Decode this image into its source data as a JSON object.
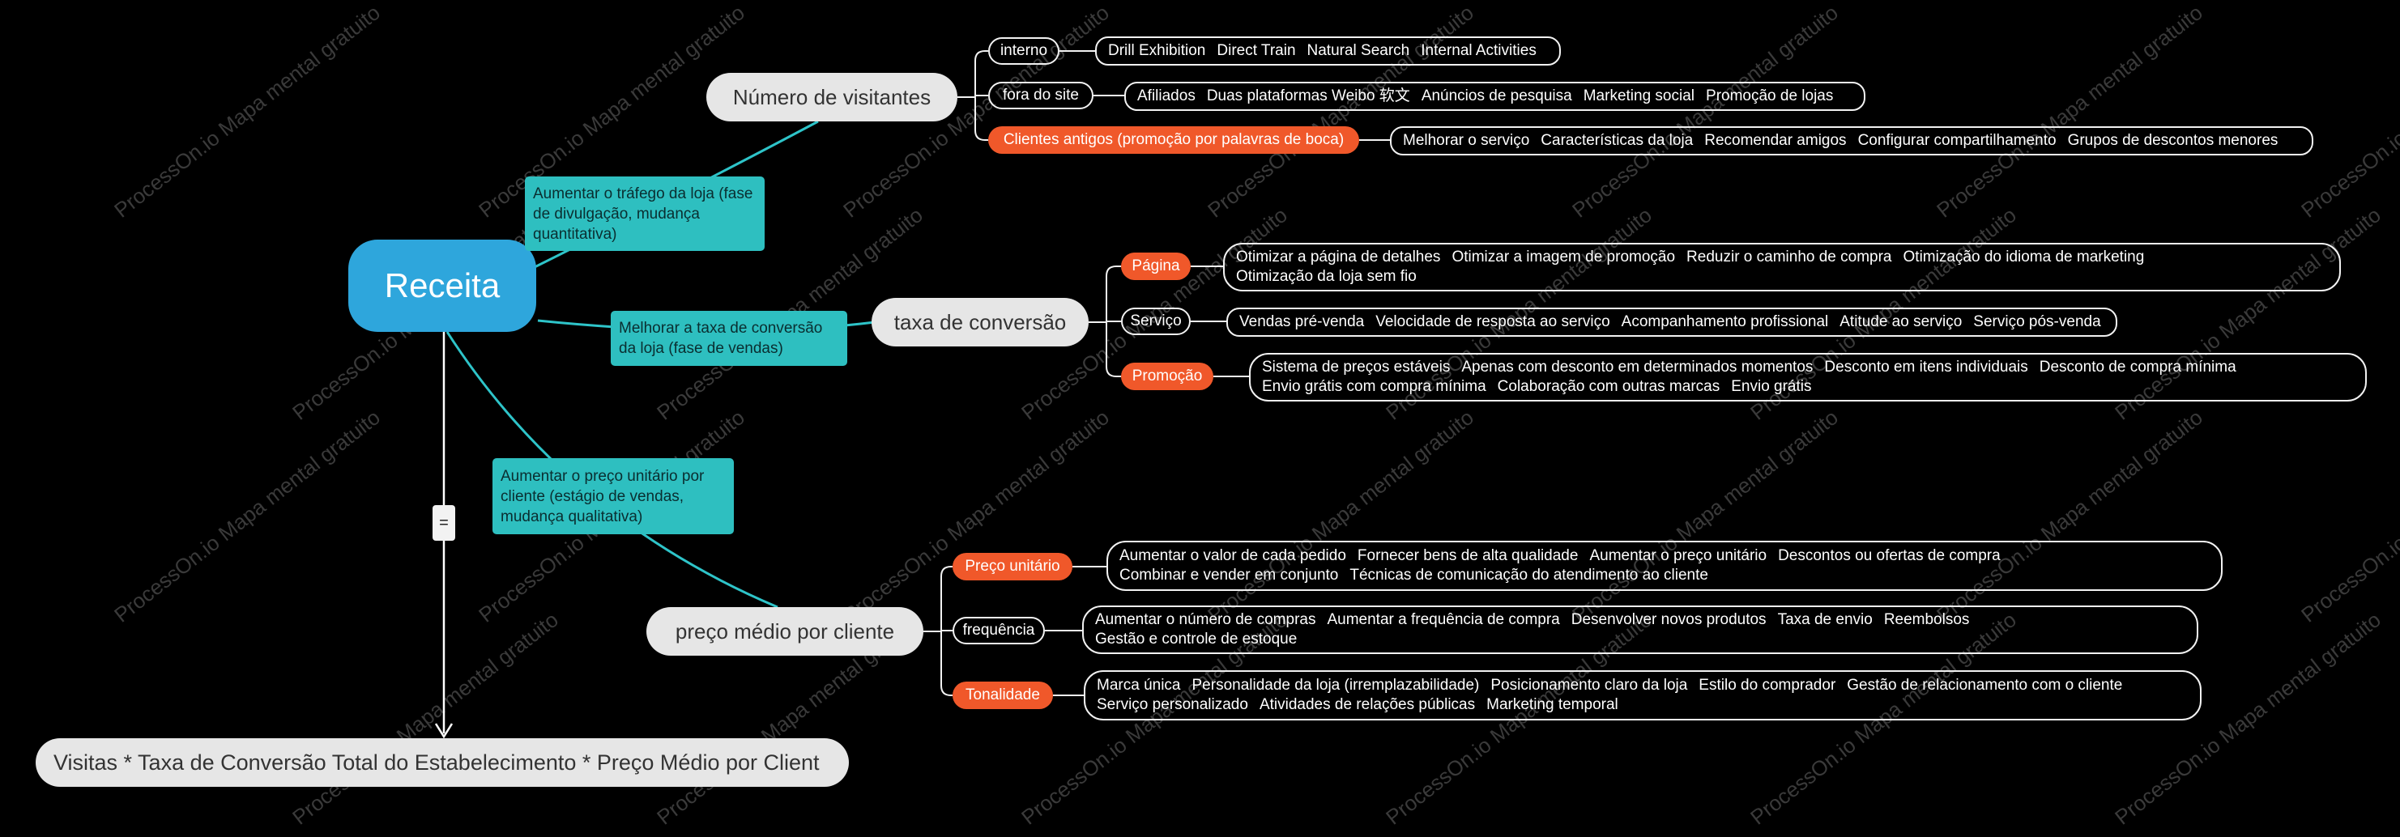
{
  "root": {
    "label": "Receita"
  },
  "formula": {
    "label": "Visitas * Taxa de Conversão Total do Estabelecimento * Preço Médio por Client",
    "equals_label": "="
  },
  "watermark": "ProcessOn.io Mapa mental gratuito",
  "colors": {
    "background": "#000000",
    "root": "#2ea6dc",
    "teal": "#2ebfc0",
    "orange": "#f0582a",
    "line": "#2ec4c9"
  },
  "branches": [
    {
      "relation": "Aumentar o tráfego da loja (fase de divulgação, mudança quantitativa)",
      "label": "Número de visitantes",
      "children": [
        {
          "label": "interno",
          "style": "outline",
          "items": [
            "Drill Exhibition",
            "Direct Train",
            "Natural Search",
            "Internal Activities"
          ]
        },
        {
          "label": "fora do site",
          "style": "outline",
          "items": [
            "Afiliados",
            "Duas plataformas Weibo  软文",
            "Anúncios de pesquisa",
            "Marketing social",
            "Promoção de lojas"
          ]
        },
        {
          "label": "Clientes antigos (promoção por palavras de boca)",
          "style": "orange",
          "items": [
            "Melhorar o serviço",
            "Características da loja",
            "Recomendar amigos",
            "Configurar compartilhamento",
            "Grupos de descontos menores"
          ]
        }
      ]
    },
    {
      "relation": "Melhorar a taxa de conversão da loja (fase de vendas)",
      "label": "taxa de conversão",
      "children": [
        {
          "label": "Página",
          "style": "orange",
          "items": [
            "Otimizar a página de detalhes",
            "Otimizar a imagem de promoção",
            "Reduzir o caminho de compra",
            "Otimização do idioma de marketing",
            "Otimização da loja sem fio"
          ]
        },
        {
          "label": "Serviço",
          "style": "outline",
          "items": [
            "Vendas pré-venda",
            "Velocidade de resposta ao serviço",
            "Acompanhamento profissional",
            "Atitude ao serviço",
            "Serviço pós-venda"
          ]
        },
        {
          "label": "Promoção",
          "style": "orange",
          "items": [
            "Sistema de preços estáveis",
            "Apenas com desconto em determinados momentos",
            "Desconto em itens individuais",
            "Desconto de compra mínima",
            "Envio grátis com compra mínima",
            "Colaboração com outras marcas",
            "Envio grátis"
          ]
        }
      ]
    },
    {
      "relation": "Aumentar o preço unitário por cliente (estágio de vendas, mudança qualitativa)",
      "label": "preço médio por cliente",
      "children": [
        {
          "label": "Preço unitário",
          "style": "orange",
          "items": [
            "Aumentar o valor de cada pedido",
            "Fornecer bens de alta qualidade",
            "Aumentar o preço unitário",
            "Descontos ou ofertas de compra",
            "Combinar e vender em conjunto",
            "Técnicas de comunicação do atendimento ao cliente"
          ]
        },
        {
          "label": "frequência",
          "style": "outline",
          "items": [
            "Aumentar o número de compras",
            "Aumentar a frequência de compra",
            "Desenvolver novos produtos",
            "Taxa de envio",
            "Reembolsos",
            "Gestão e controle de estoque"
          ]
        },
        {
          "label": "Tonalidade",
          "style": "orange",
          "items": [
            "Marca única",
            "Personalidade da loja (irremplazabilidade)",
            "Posicionamento claro da loja",
            "Estilo do comprador",
            "Gestão de relacionamento com o cliente",
            "Serviço personalizado",
            "Atividades de relações públicas",
            "Marketing temporal"
          ]
        }
      ]
    }
  ]
}
